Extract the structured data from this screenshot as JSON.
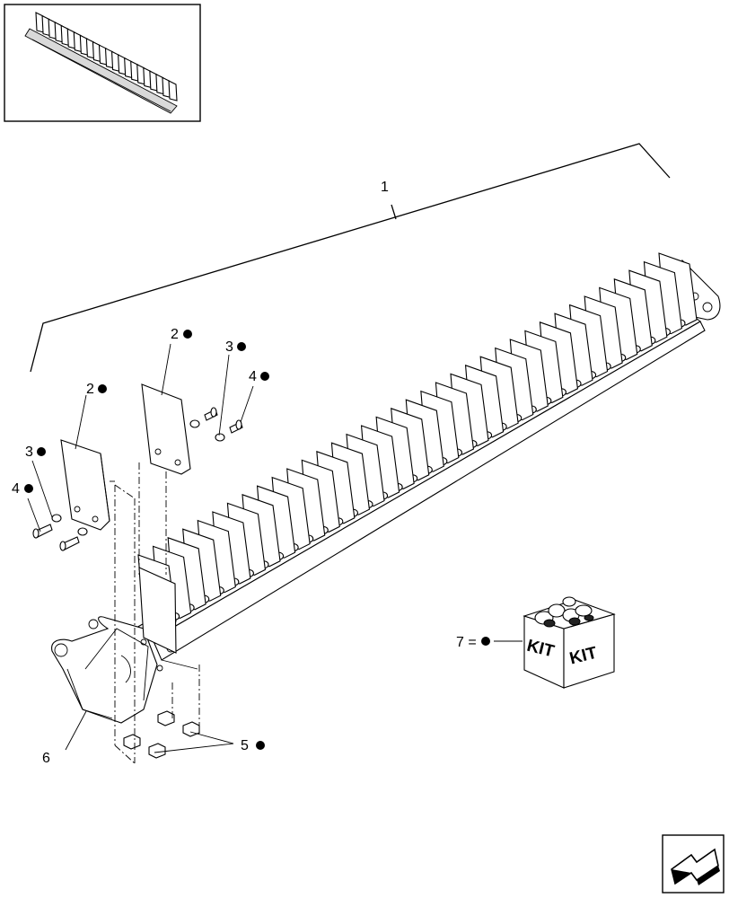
{
  "diagram": {
    "callouts": [
      {
        "id": "1",
        "label": "1"
      },
      {
        "id": "2a",
        "label": "2"
      },
      {
        "id": "2b",
        "label": "2"
      },
      {
        "id": "3a",
        "label": "3"
      },
      {
        "id": "3b",
        "label": "3"
      },
      {
        "id": "4a",
        "label": "4"
      },
      {
        "id": "4b",
        "label": "4"
      },
      {
        "id": "5",
        "label": "5"
      },
      {
        "id": "6",
        "label": "6"
      },
      {
        "id": "7",
        "label": "7 ="
      }
    ],
    "kit_box": {
      "face_left": "KIT",
      "face_right": "KIT"
    },
    "icons": [
      "kit-marker-dot-icon",
      "navigation-arrow-icon",
      "assembly-thumbnail"
    ]
  }
}
